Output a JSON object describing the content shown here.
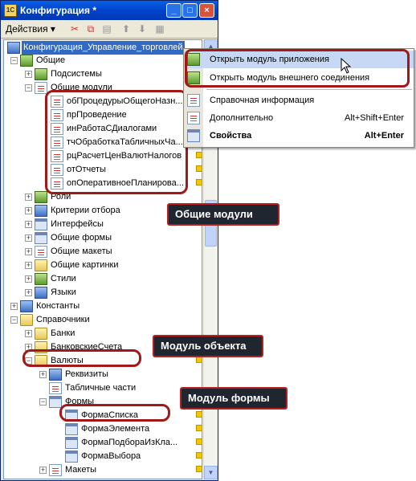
{
  "window": {
    "title": "Конфигурация *",
    "controls": [
      "_",
      "□",
      "×"
    ]
  },
  "toolbar": {
    "actions_label": "Действия ▾",
    "icons": [
      "cut-icon",
      "copy-icon",
      "paste-icon",
      "up-icon",
      "down-icon",
      "properties-icon"
    ]
  },
  "tree": {
    "root": "Конфигурация_Управление_торговлей",
    "items": [
      "Общие",
      "Подсистемы",
      "Общие модули",
      "обПроцедурыОбщегоНазн...",
      "прПроведение",
      "инРаботаСДиалогами",
      "тчОбработкаТабличныхЧа...",
      "рцРасчетЦенВалютНалогов",
      "отОтчеты",
      "опОперативноеПланирова...",
      "Роли",
      "Критерии отбора",
      "Интерфейсы",
      "Общие формы",
      "Общие макеты",
      "Общие картинки",
      "Стили",
      "Языки",
      "Константы",
      "Справочники",
      "Банки",
      "БанковскиеСчета",
      "Валюты",
      "Реквизиты",
      "Табличные части",
      "Формы",
      "ФормаСписка",
      "ФормаЭлемента",
      "ФормаПодбораИзКла...",
      "ФормаВыбора",
      "Макеты"
    ]
  },
  "context_menu": {
    "items": [
      {
        "label": "Открыть модуль приложения",
        "shortcut": ""
      },
      {
        "label": "Открыть модуль внешнего соединения",
        "shortcut": ""
      },
      {
        "label": "Справочная информация",
        "shortcut": ""
      },
      {
        "label": "Дополнительно",
        "shortcut": "Alt+Shift+Enter"
      },
      {
        "label": "Свойства",
        "shortcut": "Alt+Enter"
      }
    ]
  },
  "callouts": {
    "common_modules": "Общие модули",
    "object_module": "Модуль объекта",
    "form_module": "Модуль формы"
  },
  "colors": {
    "accent": "#316ac5",
    "callout_bg": "#20262f",
    "callout_border": "#b62020"
  }
}
